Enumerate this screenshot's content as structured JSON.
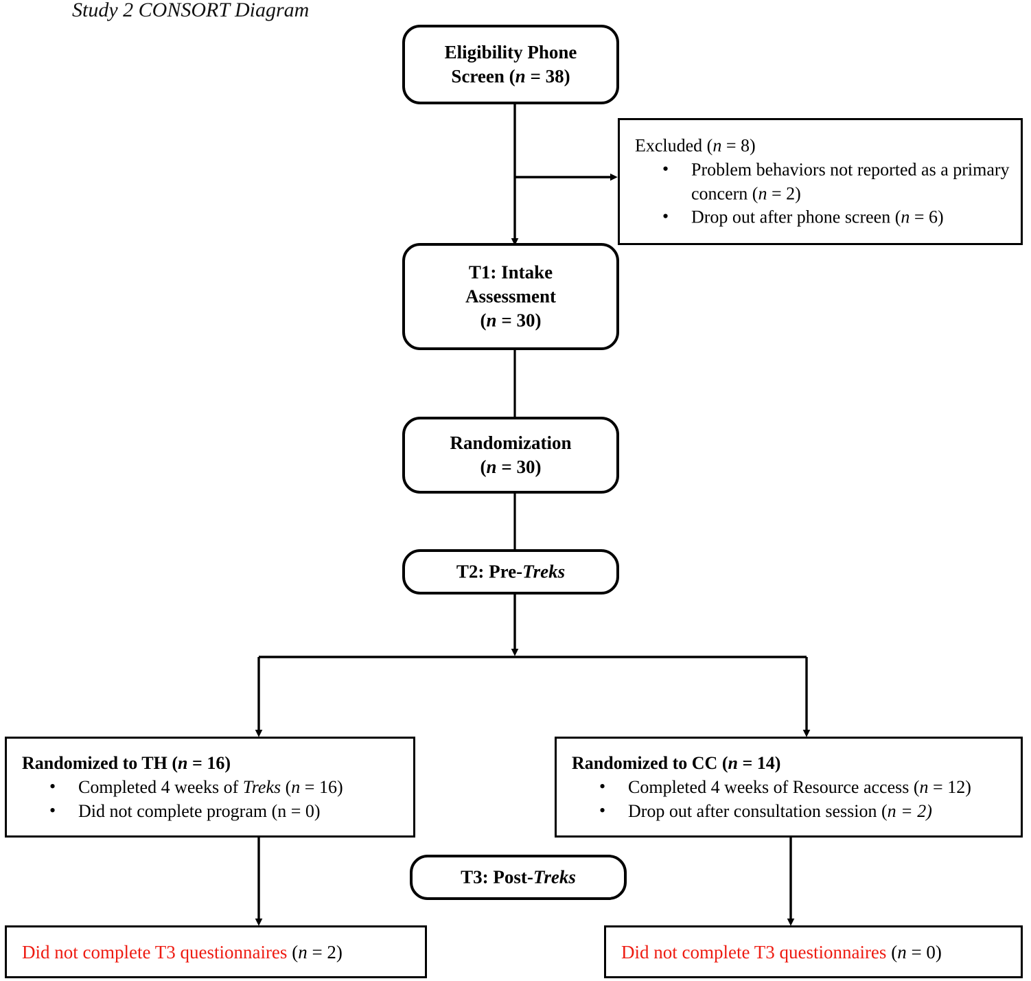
{
  "title": "Study 2 CONSORT Diagram",
  "colors": {
    "stroke": "#000000",
    "text": "#000000",
    "alert": "#ee1b11",
    "background": "#ffffff"
  },
  "nodes": {
    "eligibility": {
      "line1": "Eligibility Phone",
      "line2_pre": "Screen (",
      "line2_n": "n",
      "line2_post": " = 38)"
    },
    "excluded": {
      "header_pre": "Excluded (",
      "header_n": "n",
      "header_post": " = 8)",
      "bullets": [
        {
          "text_pre": "Problem behaviors not reported as a primary concern (",
          "n": "n",
          "text_post": " = 2)"
        },
        {
          "text_pre": "Drop out after phone screen (",
          "n": "n",
          "text_post": " = 6)"
        }
      ]
    },
    "intake": {
      "line1": "T1: Intake",
      "line2": "Assessment",
      "line3_pre": "(",
      "line3_n": "n",
      "line3_post": " = 30)"
    },
    "randomization": {
      "line1": "Randomization",
      "line2_pre": "(",
      "line2_n": "n",
      "line2_post": " = 30)"
    },
    "pre_treks": {
      "prefix": "T2: Pre-",
      "emphasis": "Treks"
    },
    "arm_th": {
      "header_pre": "Randomized to TH (",
      "header_n": "n",
      "header_post": " = 16)",
      "bullets": [
        {
          "text_pre": "Completed 4 weeks of ",
          "emphasis": "Treks",
          "mid": " (",
          "n": "n",
          "text_post": " = 16)"
        },
        {
          "text_pre": "Did not complete program (n = 0)",
          "emphasis": "",
          "mid": "",
          "n": "",
          "text_post": ""
        }
      ]
    },
    "arm_cc": {
      "header_pre": "Randomized to CC (",
      "header_n": "n",
      "header_post": " = 14)",
      "bullets": [
        {
          "text_pre": "Completed 4 weeks of Resource access (",
          "emphasis": "",
          "mid": "",
          "n": "n",
          "text_post": " = 12)"
        },
        {
          "text_pre": "Drop out after consultation session (",
          "emphasis": "",
          "mid": "",
          "n": "n",
          "text_post": " = 2)"
        }
      ]
    },
    "post_treks": {
      "prefix": "T3: Post-",
      "emphasis": "Treks"
    },
    "attrition_th": {
      "text": "Did not complete T3 questionnaires ",
      "tail_pre": "(",
      "tail_n": "n",
      "tail_post": " = 2)"
    },
    "attrition_cc": {
      "text": "Did not complete T3 questionnaires ",
      "tail_pre": "(",
      "tail_n": "n",
      "tail_post": " = 0)"
    }
  }
}
